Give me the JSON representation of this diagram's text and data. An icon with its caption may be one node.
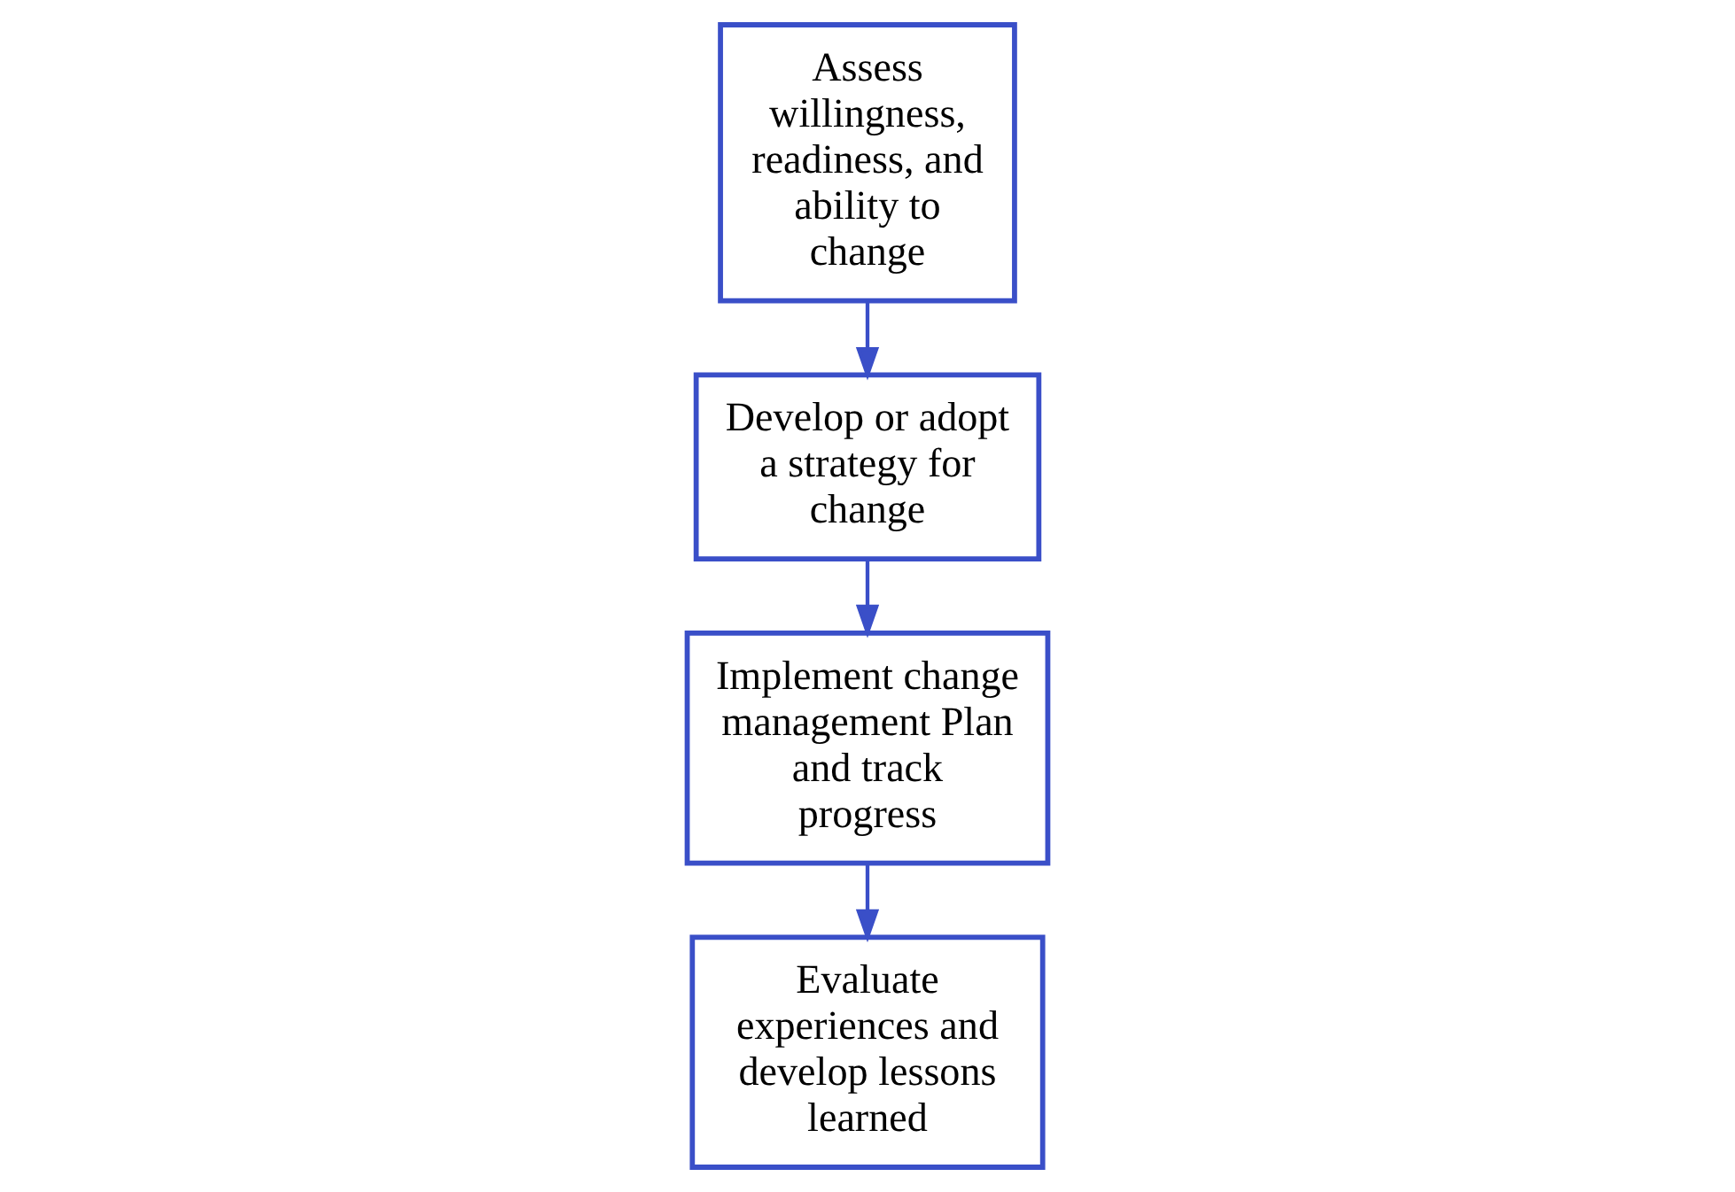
{
  "diagram": {
    "nodes": [
      {
        "text": [
          "Assess willingness, readiness, and ability to change"
        ]
      },
      {
        "text": [
          "Develop or adopt a strategy for change"
        ]
      },
      {
        "text": [
          "Implement change management Plan and track progress"
        ]
      },
      {
        "text": [
          "Evaluate experiences and develop lessons learned"
        ]
      }
    ],
    "edges": [
      {
        "from": 0,
        "to": 1,
        "arrow": "to"
      },
      {
        "from": 1,
        "to": 2,
        "arrow": "to"
      },
      {
        "from": 2,
        "to": 3,
        "arrow": "to"
      }
    ]
  }
}
